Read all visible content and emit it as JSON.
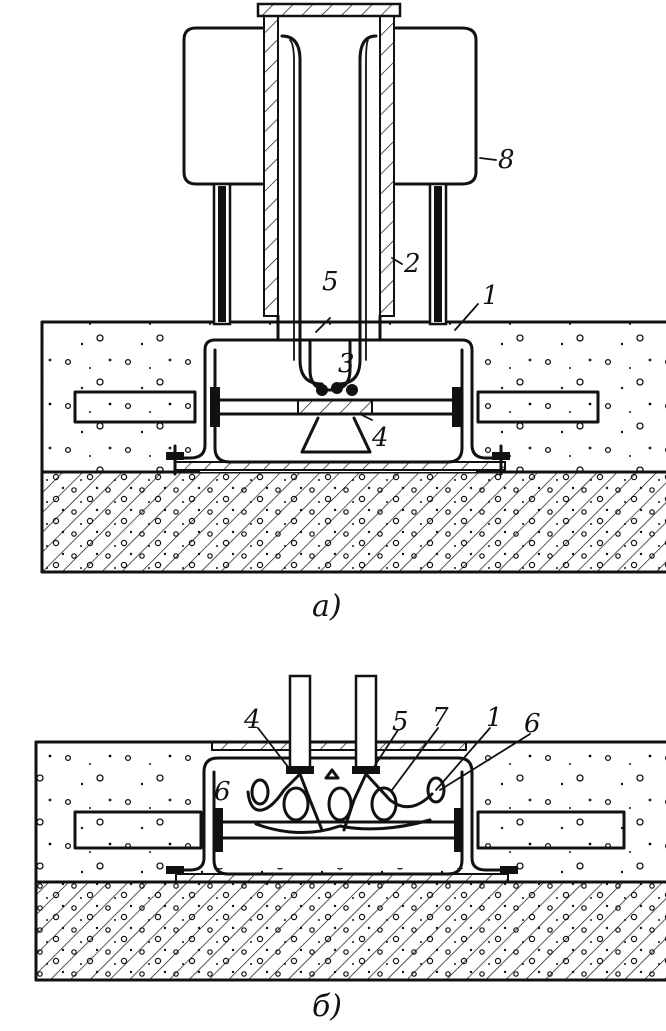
{
  "figure_a": {
    "caption": "а)",
    "labels": {
      "n1": "1",
      "n2": "2",
      "n3": "3",
      "n4": "4",
      "n5": "5",
      "n8": "8"
    }
  },
  "figure_b": {
    "caption": "б)",
    "labels": {
      "n4": "4",
      "n5": "5",
      "n7": "7",
      "n1": "1",
      "n6_left": "6",
      "n6_right": "6"
    }
  }
}
